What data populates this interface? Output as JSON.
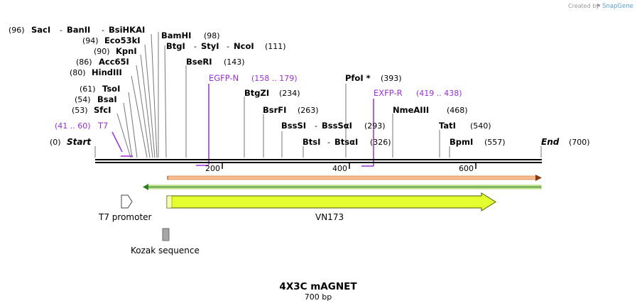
{
  "credit": {
    "prefix": "Created by",
    "brand": "SnapGene"
  },
  "title": "4X3C mAGNET",
  "subtitle": "700 bp",
  "ends": {
    "start_pos": "(0)",
    "start_label": "Start",
    "end_label": "End",
    "end_pos": "(700)"
  },
  "enzymes": [
    {
      "pos": "(96)",
      "name": "SacI",
      "links": [
        {
          "sep": "-",
          "name": "BanII"
        },
        {
          "sep": "-",
          "name": "BsiHKAI"
        }
      ]
    },
    {
      "pos": "(94)",
      "name": "Eco53kI"
    },
    {
      "pos": "(90)",
      "name": "KpnI"
    },
    {
      "pos": "(86)",
      "name": "Acc65I"
    },
    {
      "pos": "(80)",
      "name": "HindIII"
    },
    {
      "pos": "(61)",
      "name": "TsoI"
    },
    {
      "pos": "(54)",
      "name": "BsaI"
    },
    {
      "pos": "(53)",
      "name": "SfcI"
    },
    {
      "name": "BamHI",
      "pos": "(98)"
    },
    {
      "name": "BtgI",
      "links": [
        {
          "sep": "-",
          "name": "StyI"
        },
        {
          "sep": "-",
          "name": "NcoI"
        }
      ],
      "pos": "(111)"
    },
    {
      "name": "BseRI",
      "pos": "(143)"
    },
    {
      "name": "BtgZI",
      "pos": "(234)"
    },
    {
      "name": "BsrFI",
      "pos": "(263)"
    },
    {
      "name": "BssSI",
      "links": [
        {
          "sep": "-",
          "name": "BssSαI"
        }
      ],
      "pos": "(293)"
    },
    {
      "name": "BtsI",
      "links": [
        {
          "sep": "-",
          "name": "BtsαI"
        }
      ],
      "pos": "(326)"
    },
    {
      "name": "PfoI *",
      "pos": "(393)"
    },
    {
      "name": "NmeAIII",
      "pos": "(468)"
    },
    {
      "name": "TatI",
      "pos": "(540)"
    },
    {
      "name": "BpmI",
      "pos": "(557)"
    }
  ],
  "primers": [
    {
      "range": "(41 .. 60)",
      "name": "T7"
    },
    {
      "name": "EGFP-N",
      "range": "(158 .. 179)"
    },
    {
      "name": "EXFP-R",
      "range": "(419 .. 438)"
    }
  ],
  "ruler": {
    "ticks": [
      "200",
      "400",
      "600"
    ]
  },
  "features": [
    {
      "name": "T7 promoter"
    },
    {
      "name": "VN173"
    },
    {
      "name": "Kozak sequence"
    }
  ],
  "colors": {
    "primer": "#9a2fd6",
    "orf_top": "#f0a878",
    "orf_bottom": "#2e7d1e",
    "vn173": "#e4ff2f",
    "kozak": "#a7a7a7"
  }
}
